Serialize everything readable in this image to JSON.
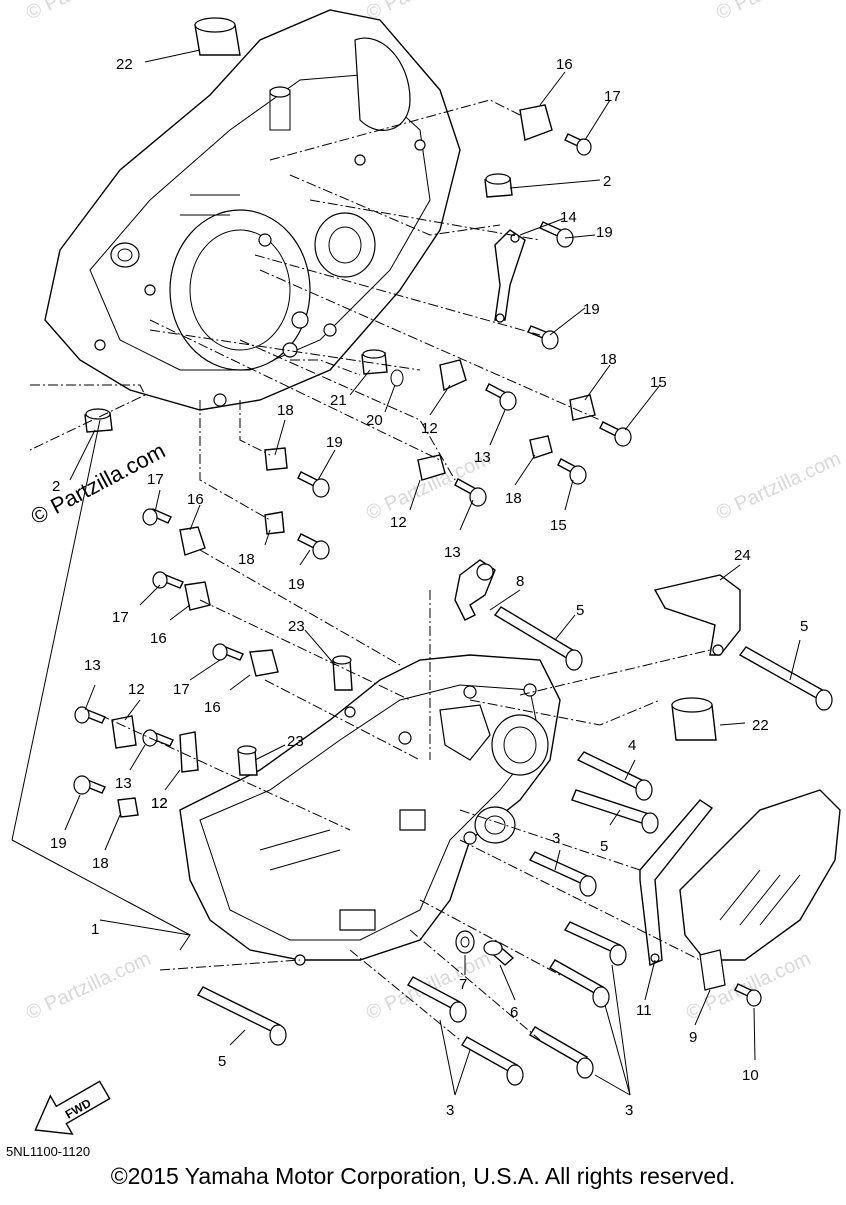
{
  "diagram": {
    "callouts": [
      "22",
      "16",
      "17",
      "2",
      "14",
      "19",
      "19",
      "21",
      "20",
      "12",
      "18",
      "15",
      "18",
      "19",
      "13",
      "2",
      "12",
      "13",
      "18",
      "15",
      "17",
      "16",
      "18",
      "19",
      "8",
      "24",
      "5",
      "5",
      "17",
      "16",
      "23",
      "13",
      "12",
      "17",
      "16",
      "22",
      "12",
      "13",
      "23",
      "4",
      "12",
      "19",
      "18",
      "5",
      "3",
      "1",
      "7",
      "6",
      "11",
      "9",
      "10",
      "5",
      "3",
      "3"
    ],
    "watermarks": [
      "© Partzilla.com"
    ],
    "fwd_label": "FWD",
    "diagram_code": "5NL1100-1120",
    "copyright": "©2015 Yamaha Motor Corporation, U.S.A. All rights reserved."
  }
}
